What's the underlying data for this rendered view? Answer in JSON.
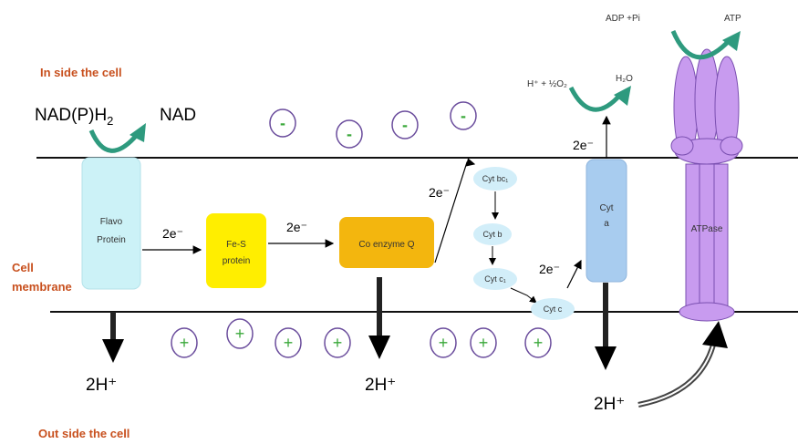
{
  "zones": {
    "inside": "In side the cell",
    "membrane_line1": "Cell",
    "membrane_line2": "membrane",
    "outside": "Out side the cell"
  },
  "substrates": {
    "nadph2_base": "NAD(P)H",
    "nadph2_sub": "2",
    "nad": "NAD",
    "h_plus_o2": "H⁺ + ½O₂",
    "h2o": "H₂O",
    "adp_pi": "ADP +Pi",
    "atp": "ATP"
  },
  "complexes": {
    "flavo_line1": "Flavo",
    "flavo_line2": "Protein",
    "fes_line1": "Fe-S",
    "fes_line2": "protein",
    "coq": "Co enzyme Q",
    "cyt_bc1": "Cyt bc₁",
    "cyt_b": "Cyt b",
    "cyt_c1": "Cyt c₁",
    "cyt_c": "Cyt c",
    "cyt_a_line1": "Cyt",
    "cyt_a_line2": "a",
    "atpase": "ATPase"
  },
  "electrons": {
    "e1": "2e⁻",
    "e2": "2e⁻",
    "e3": "2e⁻",
    "e4": "2e⁻",
    "e5": "2e⁻"
  },
  "protons": {
    "h1": "2H⁺",
    "h2": "2H⁺",
    "h3": "2H⁺"
  },
  "charges": {
    "negative": "-",
    "positive": "+"
  },
  "colors": {
    "zone_label": "#c8501e",
    "flavo_fill": "#ccf2f7",
    "fes_fill": "#ffee00",
    "coq_fill": "#f3b60e",
    "cyt_small_fill": "#d2eef9",
    "cyt_a_fill": "#a8ccef",
    "atpase_fill": "#c89bef",
    "arrow_teal": "#2e9a7e",
    "charge_sign": "#3aa83a",
    "charge_ring": "#6a4c9c"
  }
}
